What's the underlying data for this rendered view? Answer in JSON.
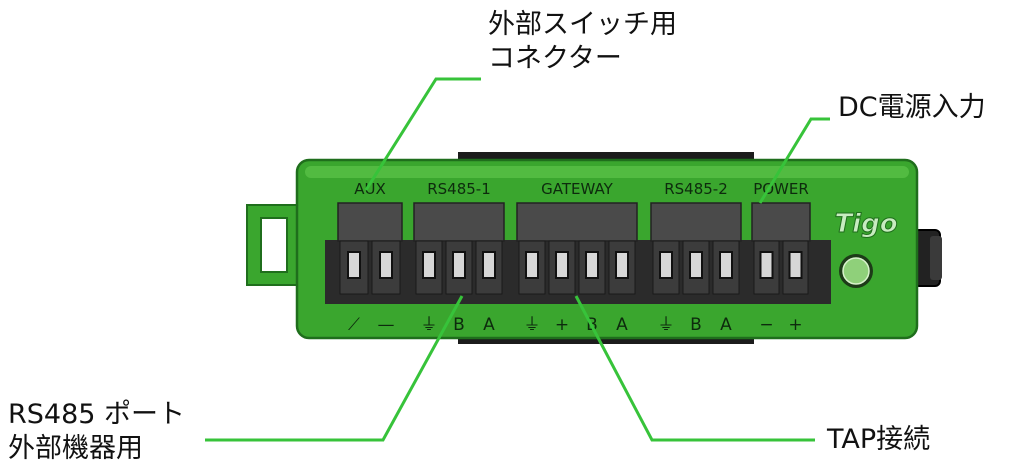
{
  "device": {
    "brand": "Tigo",
    "colors": {
      "body": "#3aa62e",
      "body_dark": "#1f6e1c",
      "body_light": "#5cc44a",
      "terminal_block": "#4a4a4a",
      "terminal_strip": "#2b2b2b",
      "led": "#8fd07a",
      "callout_line": "#37c33a",
      "label_text": "#0d2b0d"
    },
    "groups": [
      {
        "id": "aux",
        "label": "AUX",
        "pins": 2,
        "symbols": [
          "⟋",
          "—"
        ]
      },
      {
        "id": "rs485-1",
        "label": "RS485-1",
        "pins": 3,
        "symbols": [
          "⏚",
          "B",
          "A"
        ]
      },
      {
        "id": "gateway",
        "label": "GATEWAY",
        "pins": 4,
        "symbols": [
          "⏚",
          "+",
          "B",
          "A"
        ]
      },
      {
        "id": "rs485-2",
        "label": "RS485-2",
        "pins": 3,
        "symbols": [
          "⏚",
          "B",
          "A"
        ]
      },
      {
        "id": "power",
        "label": "POWER",
        "pins": 2,
        "symbols": [
          "−",
          "+"
        ]
      }
    ]
  },
  "callouts": {
    "aux": {
      "lines": [
        "外部スイッチ用",
        "コネクター"
      ]
    },
    "power": {
      "lines": [
        "DC電源入力"
      ]
    },
    "rs485": {
      "lines": [
        "RS485 ポート",
        "外部機器用"
      ]
    },
    "tap": {
      "lines": [
        "TAP接続"
      ]
    }
  }
}
